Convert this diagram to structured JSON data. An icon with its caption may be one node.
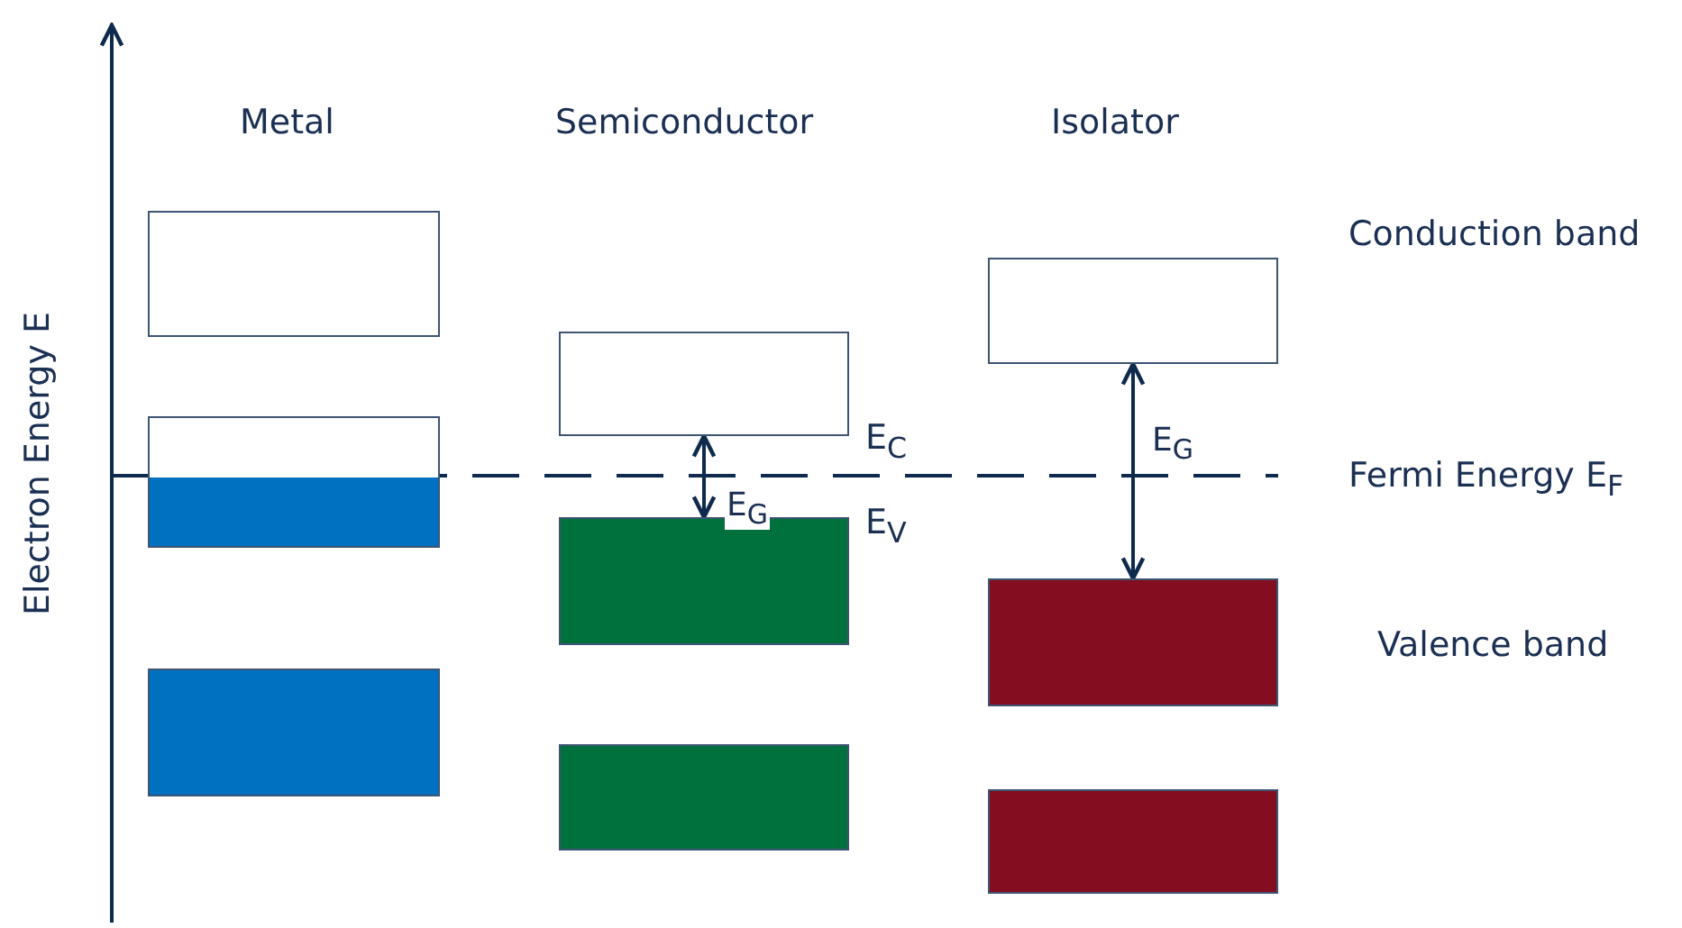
{
  "diagram": {
    "nodes": [
      {
        "text": [],
        "shape": "box"
      },
      {
        "text": [],
        "shape": "box"
      },
      {
        "text": [],
        "shape": "box"
      },
      {
        "text": [],
        "shape": "box"
      },
      {
        "text": [],
        "shape": "box"
      },
      {
        "text": [],
        "shape": "box"
      },
      {
        "text": [],
        "shape": "box"
      },
      {
        "text": [],
        "shape": "box"
      },
      {
        "text": [],
        "shape": "box"
      }
    ],
    "edges": [
      {
        "from": 3,
        "to": 4,
        "arrow": "both",
        "label": "E$_{G}$"
      },
      {
        "from": 6,
        "to": 7,
        "arrow": "both",
        "label": "E$_{G}$"
      }
    ],
    "labels": [
      "Metal",
      "Semiconductor",
      "Isolator",
      "Conduction band",
      "Electron Energy E",
      "E$_{C}$",
      "Fermi Energy E$_{F}$",
      "E$_{V}$",
      "Valence band"
    ]
  }
}
